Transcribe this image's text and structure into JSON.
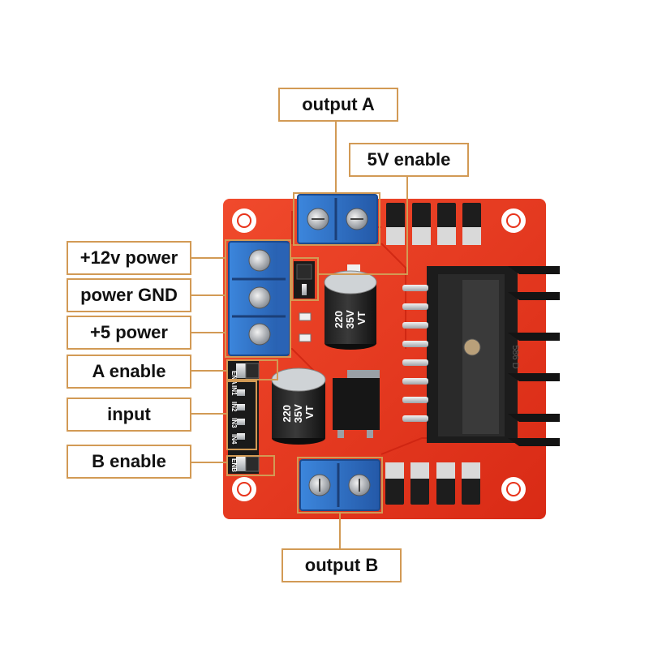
{
  "labels": {
    "output_a": "output A",
    "enable_5v": "5V enable",
    "power_12v": "+12v power",
    "power_gnd": "power GND",
    "power_5v": "+5 power",
    "a_enable": "A enable",
    "input": "input",
    "b_enable": "B enable",
    "output_b": "output B"
  },
  "board": {
    "capacitor_text": [
      "220",
      "35V",
      "VT"
    ],
    "heatsink_text": "586 D",
    "pin_header_text": [
      "ENA",
      "IN1",
      "IN2",
      "IN3",
      "IN4",
      "ENB"
    ]
  },
  "colors": {
    "pcb": "#e8331b",
    "terminal_block": "#2f73c8",
    "label_border": "#d29a55",
    "leader_line": "#d29a55",
    "heatsink": "#1c1c1c"
  }
}
